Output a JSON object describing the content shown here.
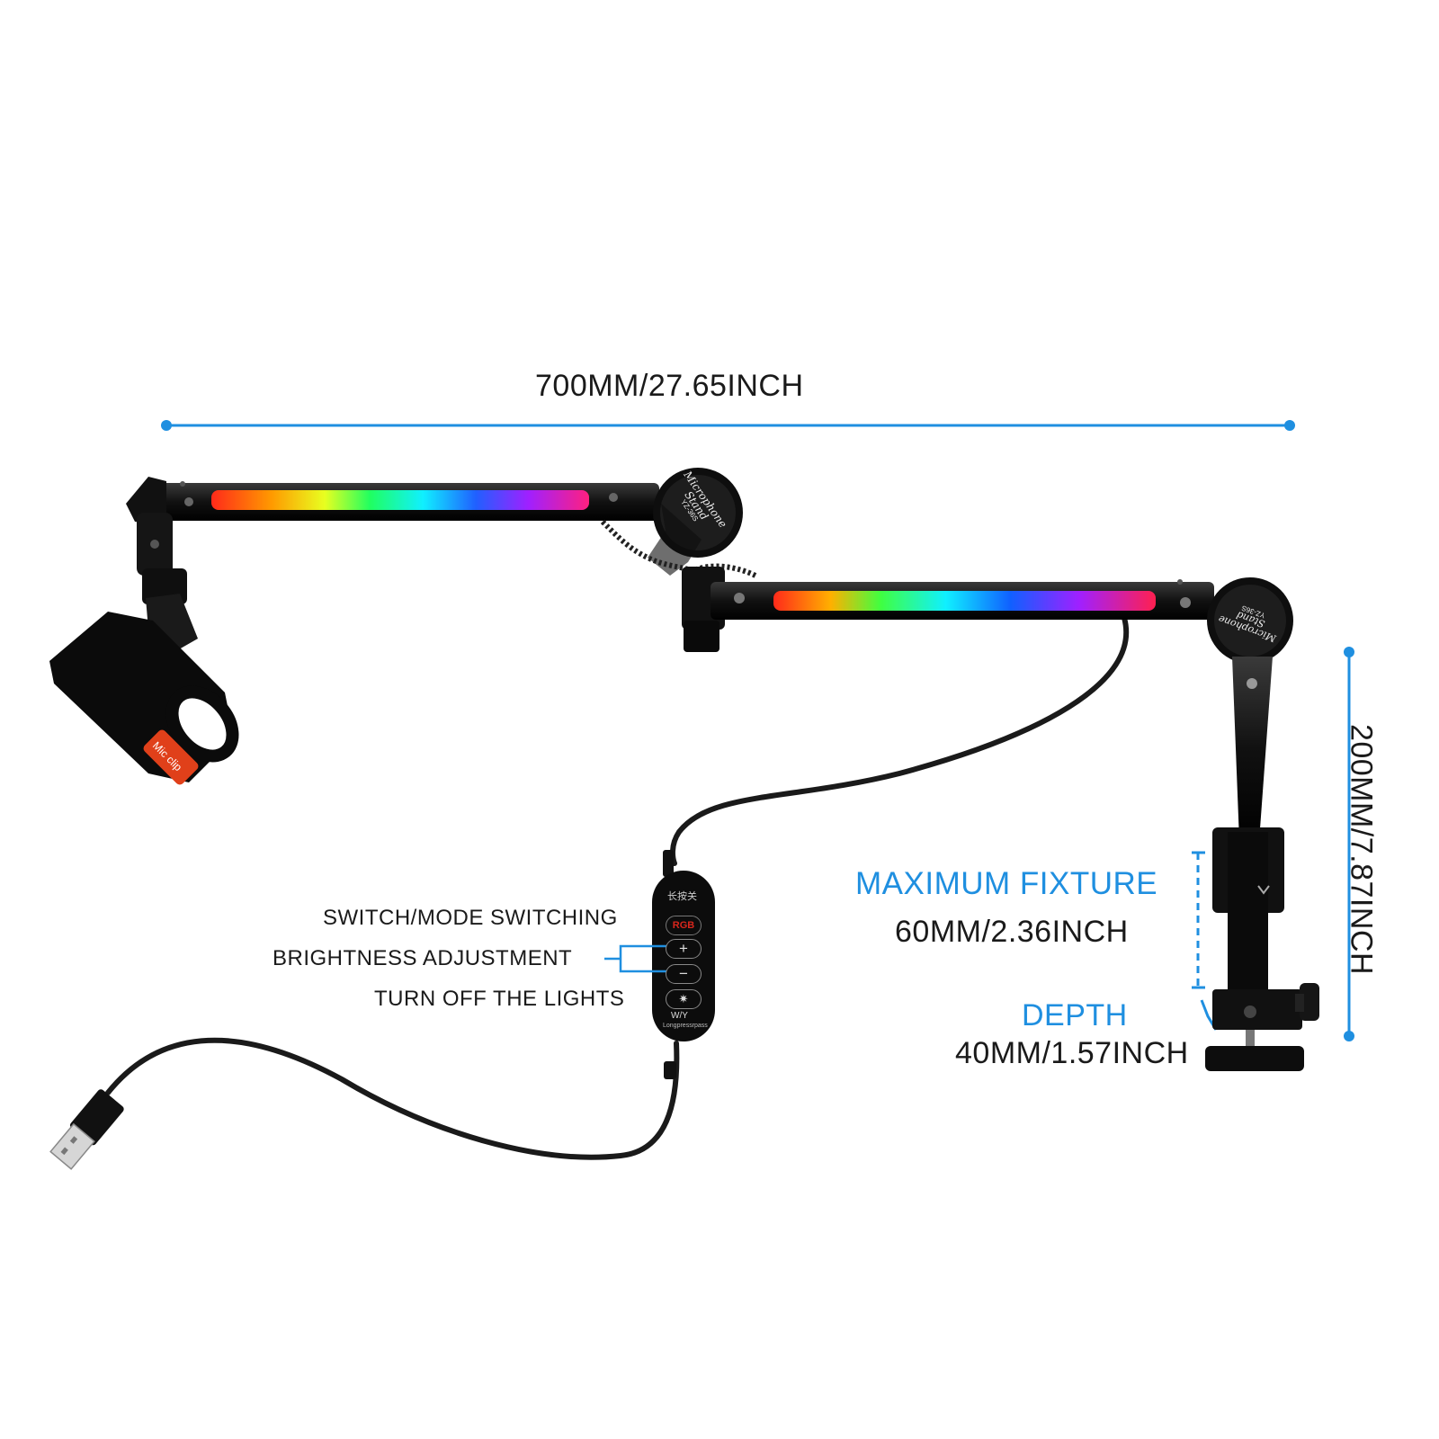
{
  "dimensions": {
    "width_label": "700MM/27.65INCH",
    "height_label": "200MM/7.87INCH",
    "fixture_title": "MAXIMUM FIXTURE",
    "fixture_value": "60MM/2.36INCH",
    "depth_title": "DEPTH",
    "depth_value": "40MM/1.57INCH"
  },
  "controller": {
    "switch_label": "SWITCH/MODE SWITCHING",
    "brightness_label": "BRIGHTNESS ADJUSTMENT",
    "off_label": "TURN OFF THE LIGHTS",
    "top_text": "长按关",
    "mode_button_text": "RGB",
    "plus_symbol": "+",
    "minus_symbol": "−",
    "wy_text": "W/Y",
    "long_press_text": "Longpressrpass"
  },
  "product": {
    "knob1_line1": "Microphone",
    "knob1_line2": "Stand",
    "knob1_model": "YZ-36S",
    "knob2_line1": "Microphone",
    "knob2_line2": "Stand",
    "knob2_model": "YZ-36S",
    "clip_tag": "Mic clip"
  },
  "colors": {
    "accent_blue": "#1f8fe0",
    "text_dark": "#1a1a1a",
    "clip_tag": "#e0401a"
  }
}
